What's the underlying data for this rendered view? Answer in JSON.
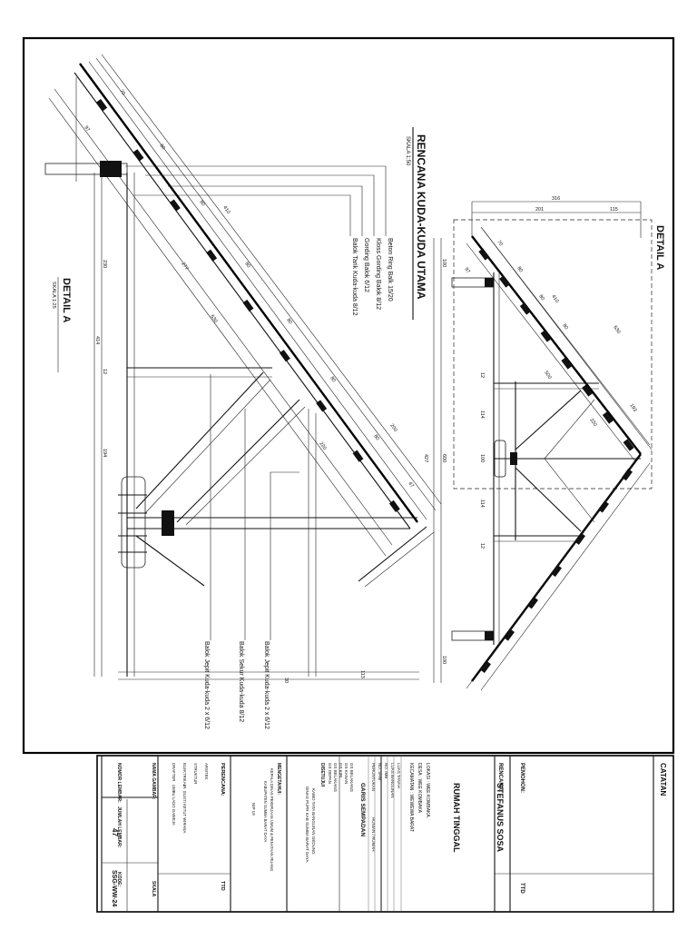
{
  "plan": {
    "title": "RENCANA KUDA-KUDA UTAMA",
    "scale": "SKALA 1:50",
    "legend": [
      "Beton Ring Balk 15/20",
      "Kloss Gording Balok 8/12",
      "Gording Balok 6/12",
      "Balok Tarik Kuda-kuda 8/12"
    ]
  },
  "detail_a": {
    "title": "DETAIL A",
    "scale": "SKALA 1:25",
    "dims_slope": [
      "70",
      "80",
      "80",
      "80",
      "80",
      "80",
      "80",
      "200",
      "47"
    ],
    "dims_left": [
      "230",
      "414",
      "12",
      "194"
    ],
    "dims_misc": [
      "97",
      "410",
      "277",
      "630",
      "220",
      "30",
      "113",
      "410"
    ],
    "labels_bottom": [
      "Balok Jepit Kuda-kuda 2 x 6/12",
      "Balok Sekur Kuda-kuda 8/12",
      "Balok Jepit Kuda-kuda 2 x 6/12"
    ]
  },
  "detail_b": {
    "title": "DETAIL A",
    "dims_top": [
      "316",
      "201",
      "115"
    ],
    "dims_slope": [
      "70",
      "80",
      "80",
      "410",
      "80",
      "630",
      "193",
      "500",
      "220",
      "97"
    ],
    "dims_left": [
      "100",
      "12",
      "114",
      "100",
      "114",
      "12",
      "100",
      "600",
      "427"
    ]
  },
  "title_block": {
    "catatan": "CATATAN",
    "pemohon_label": "PEMOHON:",
    "pemohon": "STEFANUS SOSA",
    "ttd": "TTD",
    "rencana_label": "RENCANA:",
    "rencana": "RUMAH TINGGAL",
    "lokasi_lines": [
      "LOKASI : WEE KOMBAKA",
      "DESA : WEE KOMBAKA",
      "KECAMATAN : WEWEWA BARAT"
    ],
    "info_lines": [
      "LUAS TANAH",
      "LUAS BANGUNAN",
      "NO. IMB",
      "NO. SHM",
      "PERUNTUKAN"
    ],
    "peruntukan_value": "HUNIAN / RUMAH",
    "garis_label": "GARIS SEMPADAN",
    "garis_lines": [
      "GS BELAKANG",
      "GS KANAN",
      "GS KIRI",
      "GS BELAKANG",
      "GS DEPAN"
    ],
    "disetujui": "DISETUJUI",
    "disetujui_lines": [
      "KABID TATA BANGUNAN GEDUNG",
      "DINAS PUPR KAB SUMBA BARAT DAYA"
    ],
    "mengetahui": "MENGETAHUI:",
    "mengetahui_lines": [
      "KEPALA DINAS PEKERJAAN UMUM & PENATAAN RUANG",
      "KABUPATEN SUMBA BARAT DAYA"
    ],
    "nip": "NIP 19",
    "perencana_label": "PERENCANA:",
    "perencana_lines": [
      "ARSITEK",
      "STRUKTUR",
      "ELEKTRIKAL",
      "DRAFTER"
    ],
    "perencana_values": [
      "",
      "",
      "IR. GUSTI KETUT WIRANA",
      "UMBU LADO GAWEJA"
    ],
    "nama_gambar": "NAMA GAMBAR:",
    "skala": "SKALA",
    "nomor_lembar": "NOMOR LEMBAR:",
    "jumlah_lembar": "JUMLAH LEMBAR:",
    "lembar_value": "47",
    "kode": "KODE:",
    "kode_value": "SSG-WW-24"
  }
}
